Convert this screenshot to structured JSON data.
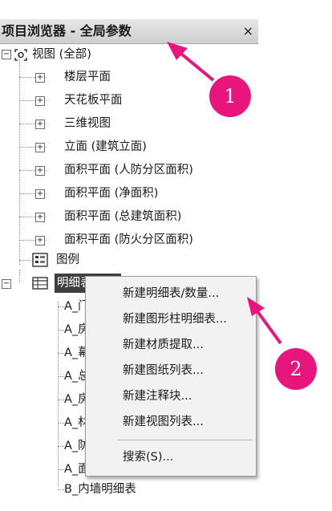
{
  "panel": {
    "title": "项目浏览器 - 全局参数",
    "close_label": "×"
  },
  "tree": {
    "views_root": "视图 (全部)",
    "view_items": [
      "楼层平面",
      "天花板平面",
      "三维视图",
      "立面 (建筑立面)",
      "面积平面 (人防分区面积)",
      "面积平面 (净面积)",
      "面积平面 (总建筑面积)",
      "面积平面 (防火分区面积)"
    ],
    "legend": "图例",
    "schedules_root": "明细表/数量",
    "schedule_items": [
      "A_门窗表",
      "A_房间明细表",
      "A_幕墙明细表",
      "A_总面积明细表",
      "A_房间装修表",
      "A_材质提取",
      "A_防火分区表",
      "A_面积明细表 (人防分区)",
      "B_内墙明细表"
    ]
  },
  "context_menu": {
    "items": [
      "新建明细表/数量...",
      "新建图形柱明细表...",
      "新建材质提取...",
      "新建图纸列表...",
      "新建注释块...",
      "新建视图列表..."
    ],
    "search": "搜索(S)..."
  },
  "annotations": {
    "badge_1": "1",
    "badge_2": "2",
    "accent_color": "#e8157c"
  }
}
